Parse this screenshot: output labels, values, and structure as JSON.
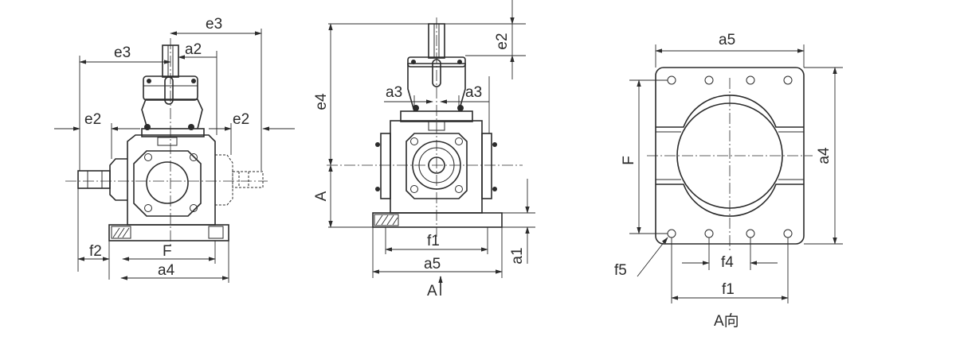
{
  "views": {
    "side": {
      "labels": {
        "e3_top": "e3",
        "e3_mid": "e3",
        "a2": "a2",
        "e2_left": "e2",
        "e2_right": "e2",
        "f2": "f2",
        "F": "F",
        "a4": "a4"
      }
    },
    "front": {
      "labels": {
        "e2": "e2",
        "e4": "e4",
        "a3_left": "a3",
        "a3_right": "a3",
        "A": "A",
        "f1": "f1",
        "a5": "a5",
        "a1": "a1",
        "view_arrow": "A"
      }
    },
    "base": {
      "labels": {
        "a5": "a5",
        "F": "F",
        "a4": "a4",
        "f5": "f5",
        "f4": "f4",
        "f1": "f1",
        "caption": "A向"
      }
    }
  },
  "colors": {
    "ink": "#2b2b2b",
    "paper": "#ffffff"
  }
}
